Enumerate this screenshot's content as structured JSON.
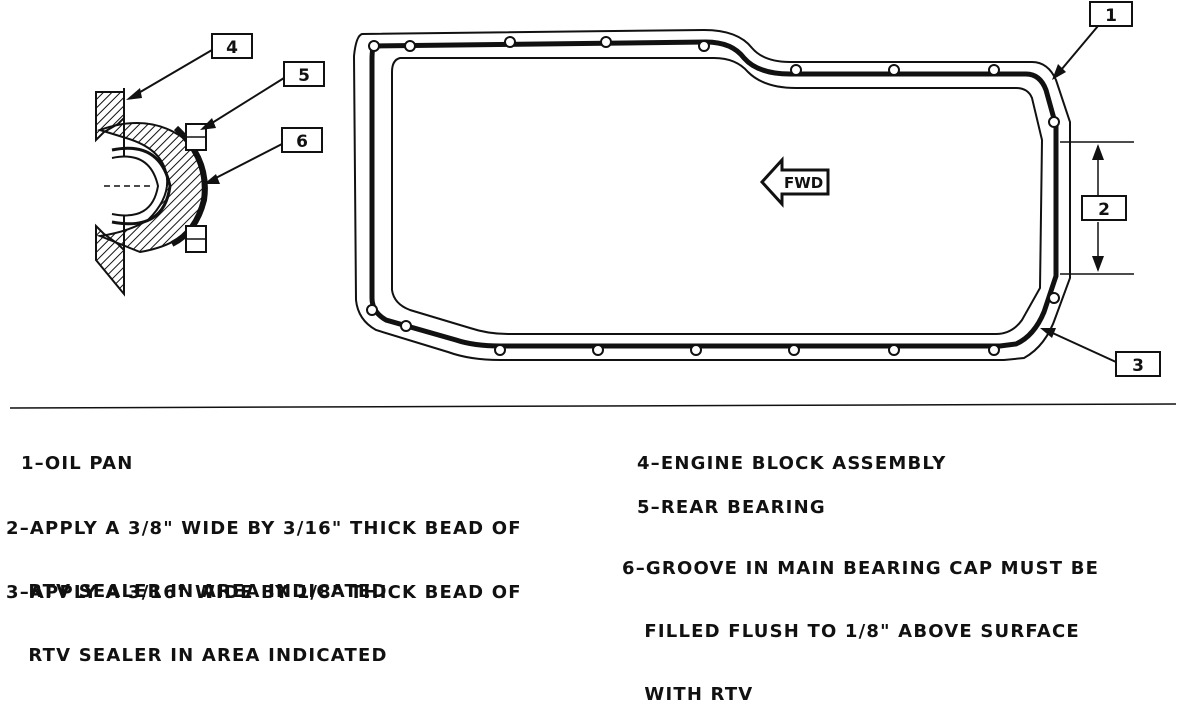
{
  "callouts": {
    "c1": "1",
    "c2": "2",
    "c3": "3",
    "c4": "4",
    "c5": "5",
    "c6": "6"
  },
  "fwd_label": "FWD",
  "legend": {
    "item1": "1–OIL PAN",
    "item2_line1": "2–APPLY A 3/8\" WIDE BY 3/16\" THICK BEAD OF",
    "item2_line2": "   RTV SEALER IN AREA INDICATED",
    "item3_line1": "3–APPLY A 3/16\" WIDE BY 1/8\" THICK BEAD OF",
    "item3_line2": "   RTV SEALER IN AREA INDICATED",
    "item4": "4–ENGINE BLOCK ASSEMBLY",
    "item5": "5–REAR BEARING",
    "item6_line1": "6–GROOVE IN MAIN BEARING CAP MUST BE",
    "item6_line2": "   FILLED FLUSH TO 1/8\" ABOVE SURFACE",
    "item6_line3": "   WITH RTV"
  },
  "colors": {
    "ink": "#111111",
    "paper": "#ffffff"
  }
}
